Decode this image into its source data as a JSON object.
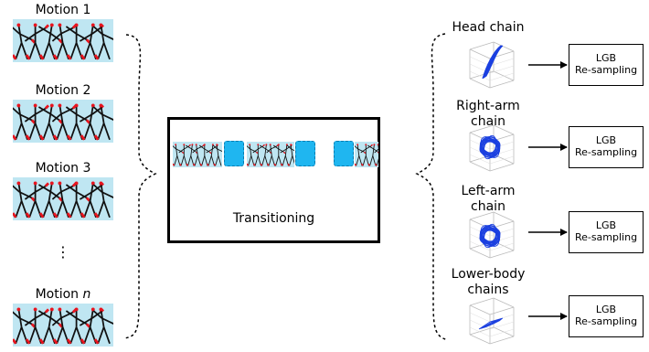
{
  "motions": [
    {
      "label": "Motion 1",
      "prefix": "Motion 1",
      "italic": ""
    },
    {
      "label": "Motion 2",
      "prefix": "Motion 2",
      "italic": ""
    },
    {
      "label": "Motion 3",
      "prefix": "Motion 3",
      "italic": ""
    },
    {
      "label": "Motion n",
      "prefix": "Motion ",
      "italic": "n"
    }
  ],
  "ellipsis": "⋮",
  "transition_label": "Transitioning",
  "chains": [
    {
      "name_line1": "Head chain",
      "name_line2": ""
    },
    {
      "name_line1": "Right-arm",
      "name_line2": "chain"
    },
    {
      "name_line1": "Left-arm",
      "name_line2": "chain"
    },
    {
      "name_line1": "Lower-body",
      "name_line2": "chains"
    }
  ],
  "lgb_box": {
    "line1": "LGB",
    "line2": "Re-sampling"
  },
  "colors": {
    "strip_bg": "#bfe6f2",
    "stick": "#111111",
    "joint": "#e8141e",
    "gap_block": "#1fb6f0",
    "trajectory": "#1a3fe0"
  }
}
